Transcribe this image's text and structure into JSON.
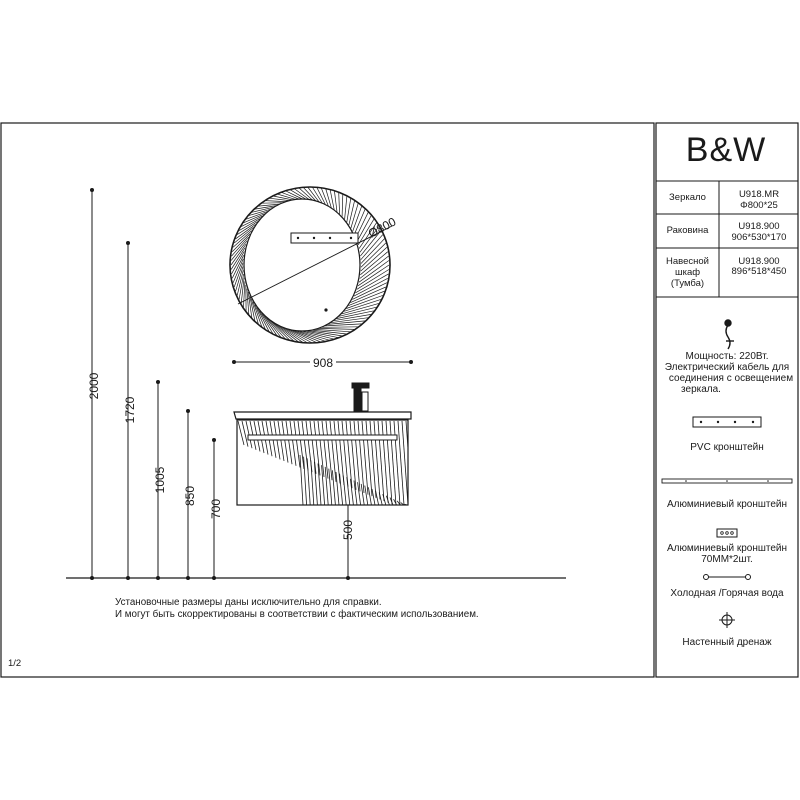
{
  "brand": {
    "logo_text": "B&W"
  },
  "spec_table": [
    {
      "item": "Зеркало",
      "model": "U918.MR",
      "size": "Φ800*25"
    },
    {
      "item": "Раковина",
      "model": "U918.900",
      "size": "906*530*170"
    },
    {
      "item": "Навесной шкаф (Тумба)",
      "item_lines": [
        "Навесной",
        "шкаф",
        "(Тумба)"
      ],
      "model": "U918.900",
      "size": "896*518*450"
    }
  ],
  "accessories": {
    "power_label": "Мощность: 220Вт.",
    "power_desc": "Электрический кабель для соединения с освещением зеркала.",
    "power_desc_lines": [
      "Электрический кабель для",
      "соединения с освещением",
      "зеркала."
    ],
    "pvc_bracket": "PVC кронштейн",
    "alu_bracket": "Алюминиевый кронштейн",
    "alu_bracket_70": "Алюминиевый кронштейн",
    "alu_bracket_70_qty": "70MM*2шт.",
    "water": "Холодная /Горячая вода",
    "drain": "Настенный дренаж"
  },
  "dimensions": {
    "mirror_diameter": "Ø800",
    "width": "908",
    "h_2000": "2000",
    "h_1720": "1720",
    "h_1005": "1005",
    "h_850": "850",
    "h_700": "700",
    "h_500": "500"
  },
  "note": [
    "Установочные размеры даны исключительно для справки.",
    "И могут быть скорректированы в соответствии с фактическим использованием."
  ],
  "page_number": "1/2"
}
